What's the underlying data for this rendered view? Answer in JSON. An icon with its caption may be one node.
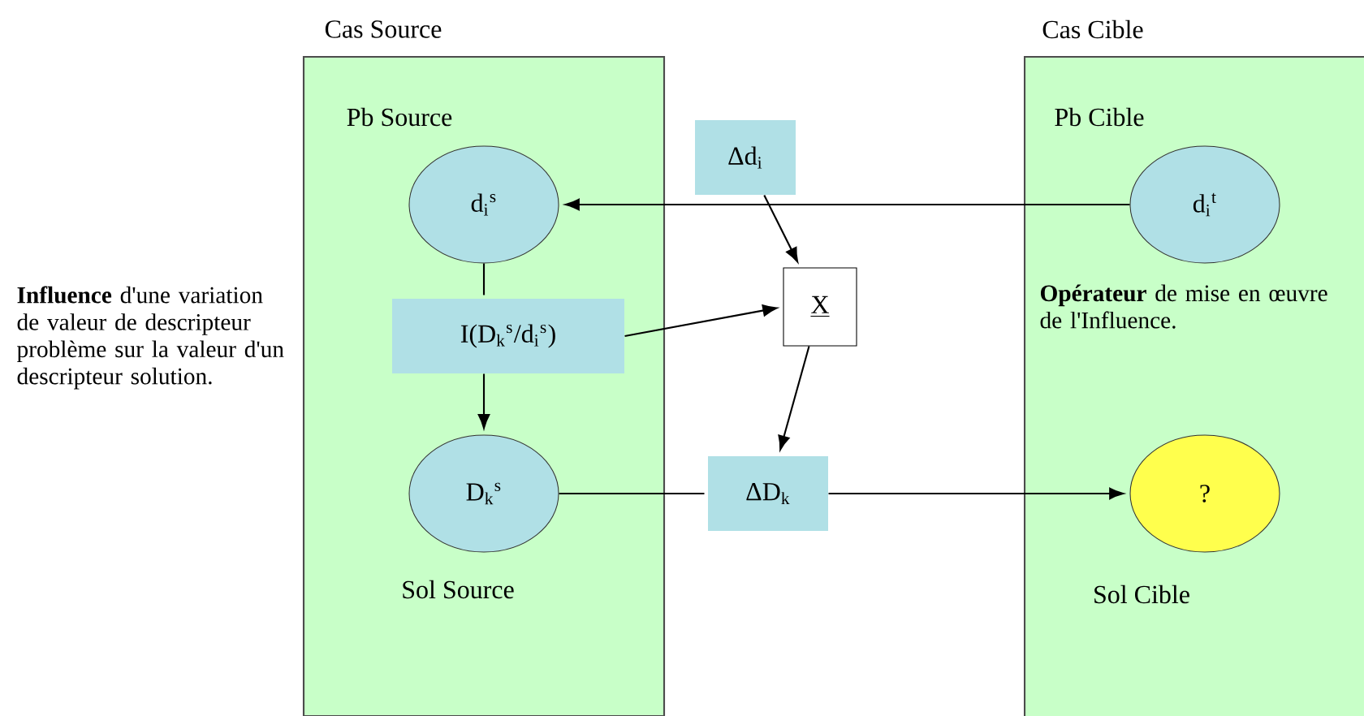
{
  "diagram": {
    "nodes": [
      {
        "text": [
          "Cas Source",
          "Pb Source",
          "Sol Source"
        ]
      },
      {
        "text": [
          "Cas Cible",
          "Pb Cible",
          "Sol Cible"
        ]
      },
      {
        "text": [
          "d$_{i}$$^{s}$"
        ],
        "in": 0
      },
      {
        "text": [
          "I(D$_{k}$$^{s}$/d$_{i}$$^{s}$)"
        ],
        "in": 0
      },
      {
        "text": [
          "D$_{k}$$^{s}$"
        ],
        "in": 0
      },
      {
        "text": [
          "Δd$_{i}$"
        ]
      },
      {
        "text": [
          "X"
        ]
      },
      {
        "text": [
          "ΔD$_{k}$"
        ]
      },
      {
        "text": [
          "d$_{i}$$^{t}$"
        ],
        "in": 1
      },
      {
        "text": [
          "?"
        ],
        "in": 1
      }
    ],
    "edges": [
      {
        "from": 8,
        "to": 2,
        "arrow": "to"
      },
      {
        "from": 2,
        "to": 3,
        "arrow": "none"
      },
      {
        "from": 3,
        "to": 4,
        "arrow": "to"
      },
      {
        "from": 3,
        "to": 6,
        "arrow": "to"
      },
      {
        "from": 5,
        "to": 6,
        "arrow": "to"
      },
      {
        "from": 6,
        "to": 7,
        "arrow": "to"
      },
      {
        "from": 4,
        "to": 7,
        "arrow": "none"
      },
      {
        "from": 7,
        "to": 9,
        "arrow": "to"
      }
    ],
    "labels": [
      "**Influence** d'une variation de valeur de descripteur problème sur la valeur d'un descripteur solution.",
      "**Opérateur** de mise en œuvre de l'Influence."
    ]
  }
}
